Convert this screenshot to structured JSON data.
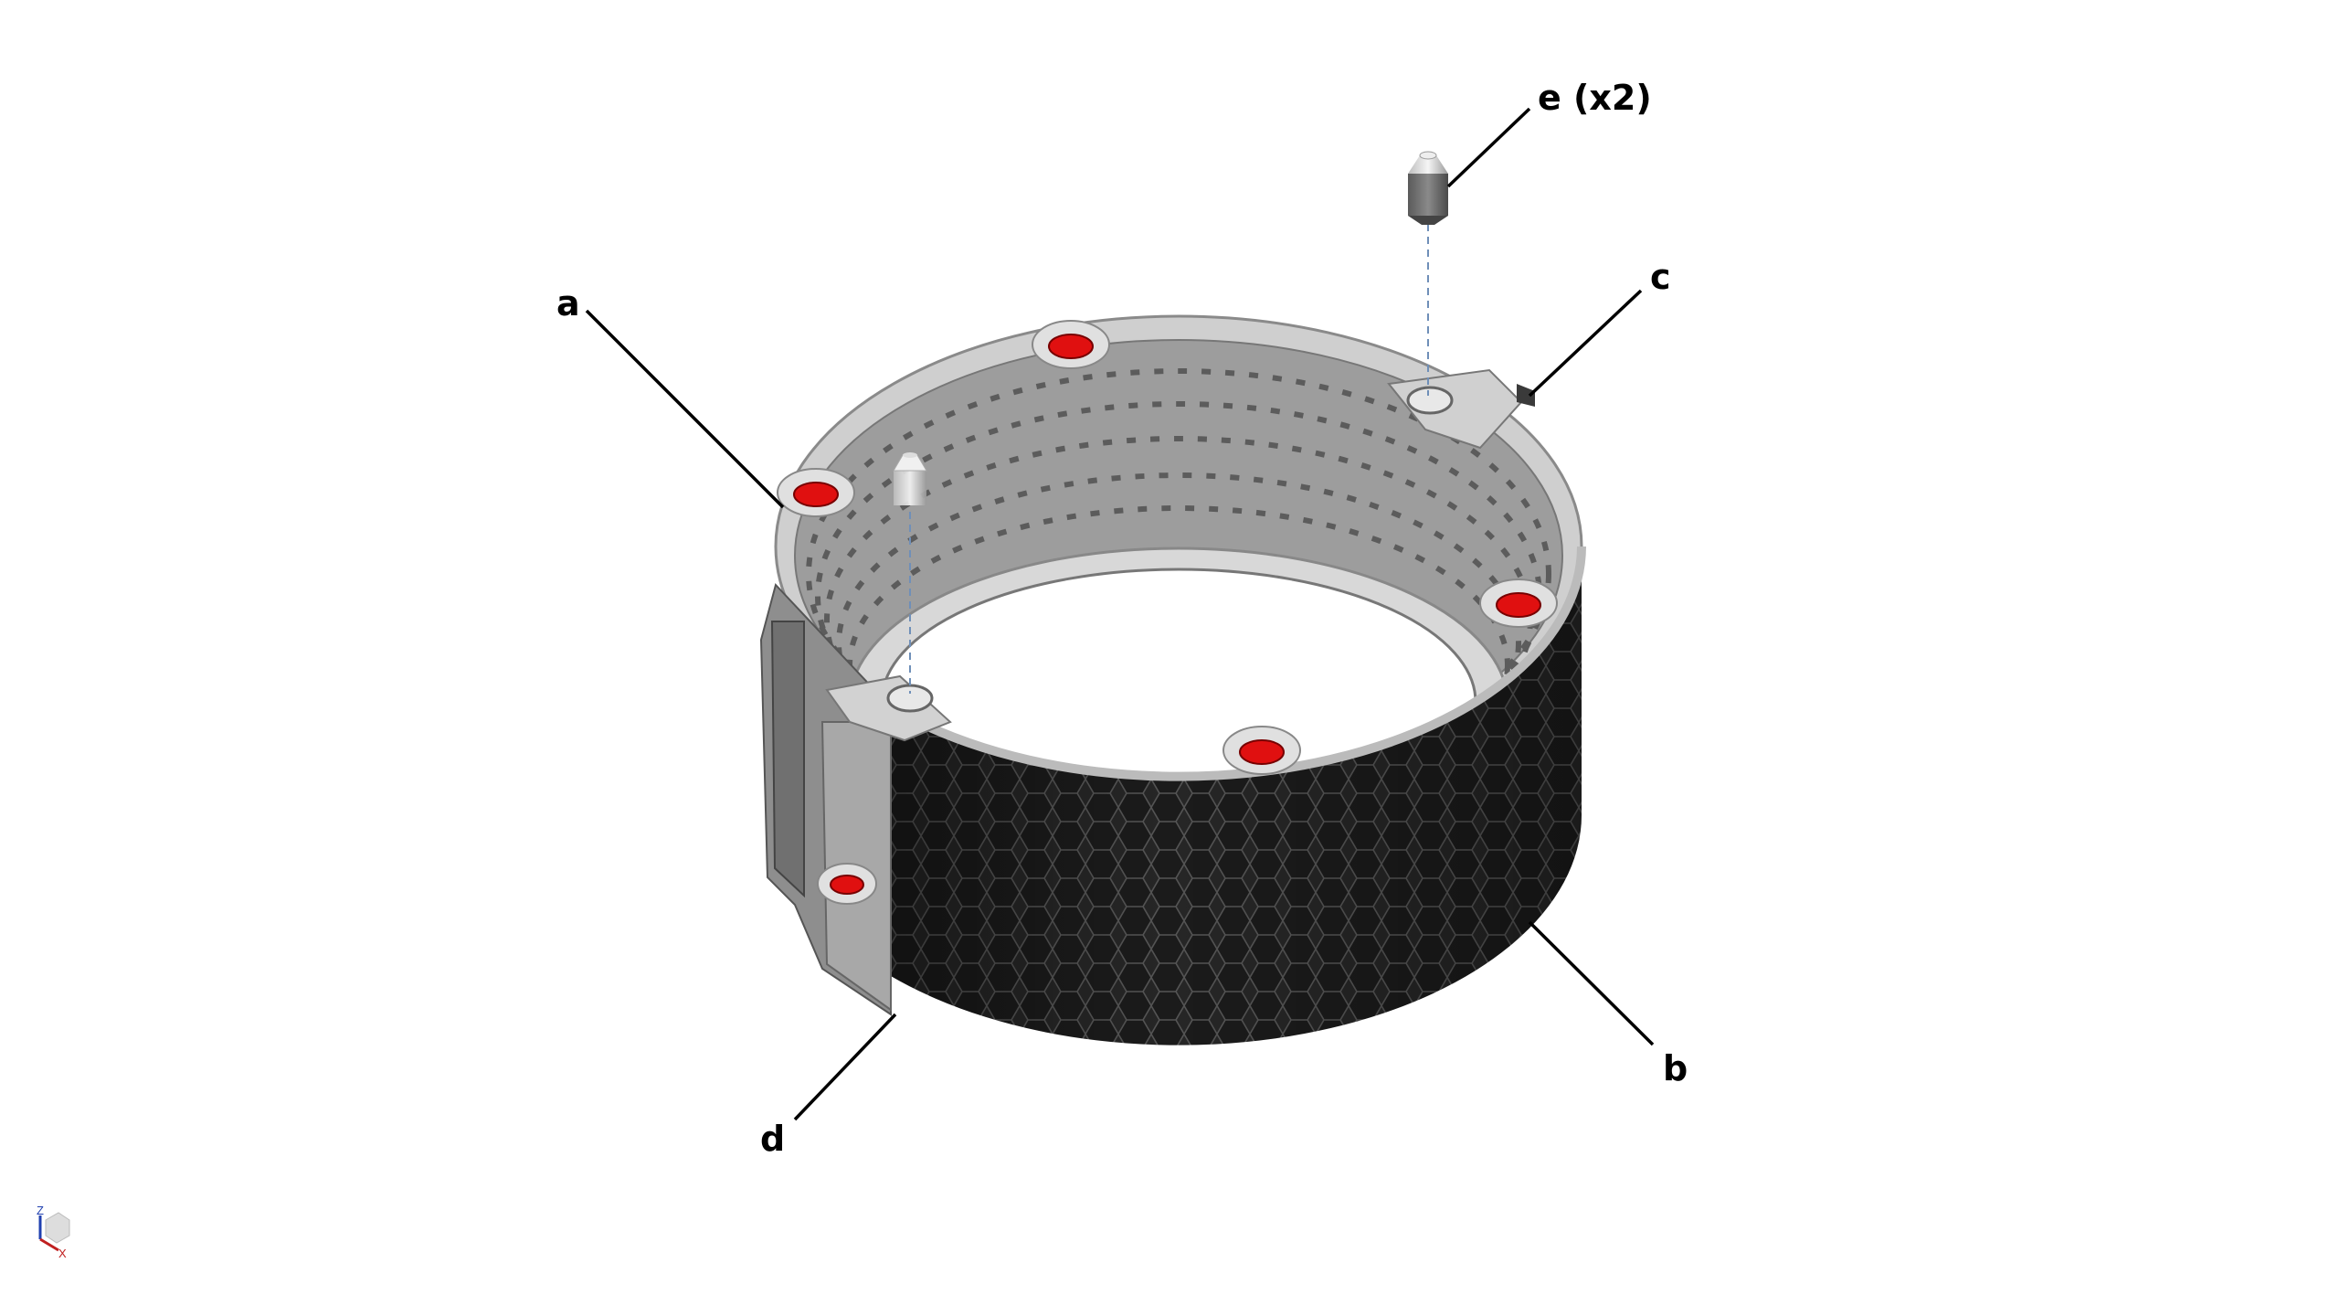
{
  "callouts": {
    "a": "a",
    "b": "b",
    "c": "c",
    "d": "d",
    "e": "e (x2)"
  },
  "axis_triad": {
    "z": "Z",
    "x": "X"
  },
  "colors": {
    "band": "#2a2a2a",
    "metal": "#c9c9c9",
    "hole_red": "#e01010",
    "dash": "#6f8fb8"
  }
}
